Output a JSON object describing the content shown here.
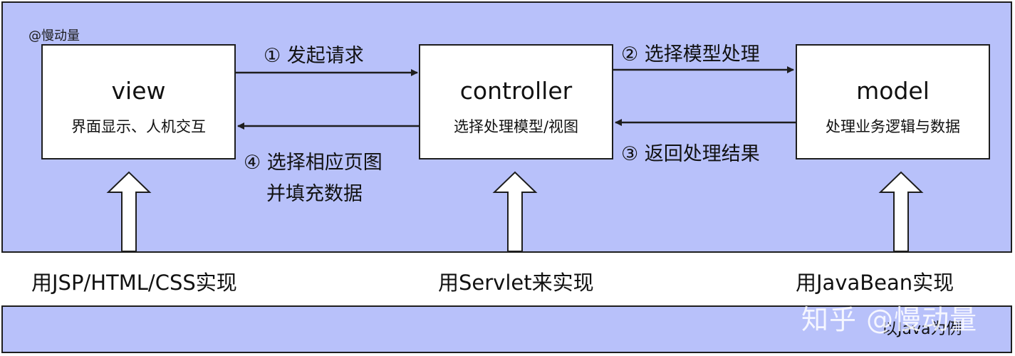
{
  "watermark_small": "@慢动量",
  "boxes": {
    "view": {
      "title": "view",
      "subtitle": "界面显示、人机交互"
    },
    "controller": {
      "title": "controller",
      "subtitle": "选择处理模型/视图"
    },
    "model": {
      "title": "model",
      "subtitle": "处理业务逻辑与数据"
    }
  },
  "edges": {
    "step1": "① 发起请求",
    "step2": "② 选择模型处理",
    "step3": "③ 返回处理结果",
    "step4_line1": "④ 选择相应页图",
    "step4_line2": "并填充数据"
  },
  "implementations": {
    "view": "用JSP/HTML/CSS实现",
    "controller": "用Servlet来实现",
    "model": "用JavaBean实现"
  },
  "footnote": "以Java为例",
  "zhihu_watermark": "知乎 @慢动量",
  "colors": {
    "panel_background": "#b8c1fa",
    "box_background": "#ffffff",
    "stroke": "#1e1e1e"
  }
}
